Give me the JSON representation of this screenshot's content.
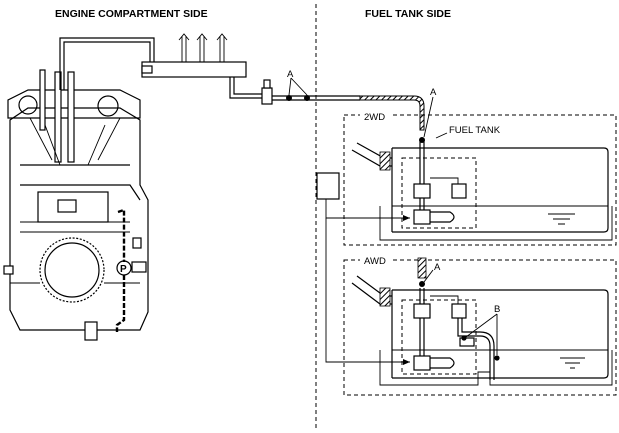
{
  "headers": {
    "engine_side": "ENGINE COMPARTMENT SIDE",
    "tank_side": "FUEL TANK SIDE"
  },
  "labels": {
    "two_wd": "2WD",
    "awd": "AWD",
    "fuel_tank": "FUEL TANK",
    "a_engine": "A",
    "a_main": "A",
    "a_awd": "A",
    "b_awd": "B",
    "pump_marker": "P"
  }
}
